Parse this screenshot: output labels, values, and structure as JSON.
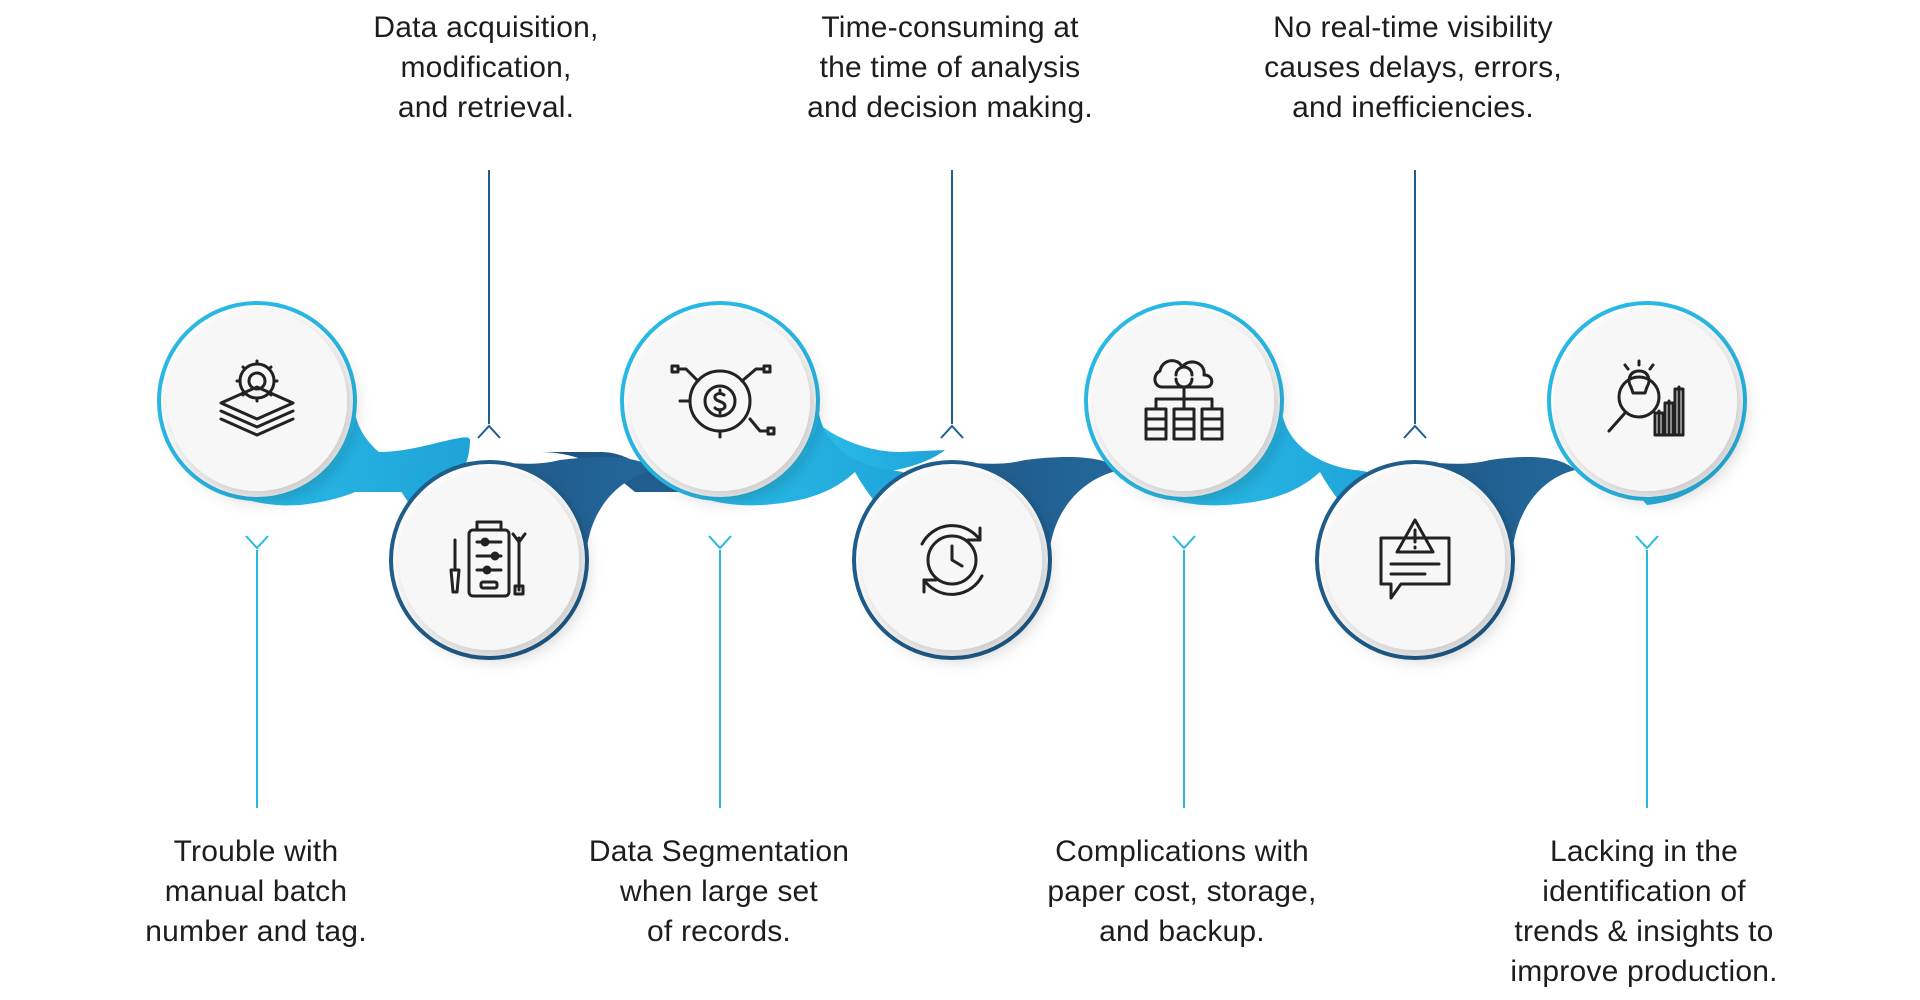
{
  "colors": {
    "accent_light": "#29b8e5",
    "accent_dark": "#1f5d8c",
    "text": "#1d1d1f",
    "icon": "#222222"
  },
  "steps": [
    {
      "text": "Trouble with\nmanual batch\nnumber and tag.",
      "icon": "layered-gear-icon"
    },
    {
      "text": "Data acquisition,\nmodification,\nand retrieval.",
      "icon": "control-panel-tools-icon"
    },
    {
      "text": "Data Segmentation\nwhen large set\nof records.",
      "icon": "dollar-segmentation-icon"
    },
    {
      "text": "Time-consuming at\nthe time of analysis\nand decision making.",
      "icon": "clock-refresh-icon"
    },
    {
      "text": "Complications with\npaper cost, storage,\nand backup.",
      "icon": "cloud-database-icon"
    },
    {
      "text": "No real-time visibility\ncauses delays, errors,\nand inefficiencies.",
      "icon": "warning-message-icon"
    },
    {
      "text": "Lacking in the\nidentification of\ntrends & insights to\nimprove production.",
      "icon": "insight-analytics-icon"
    }
  ]
}
